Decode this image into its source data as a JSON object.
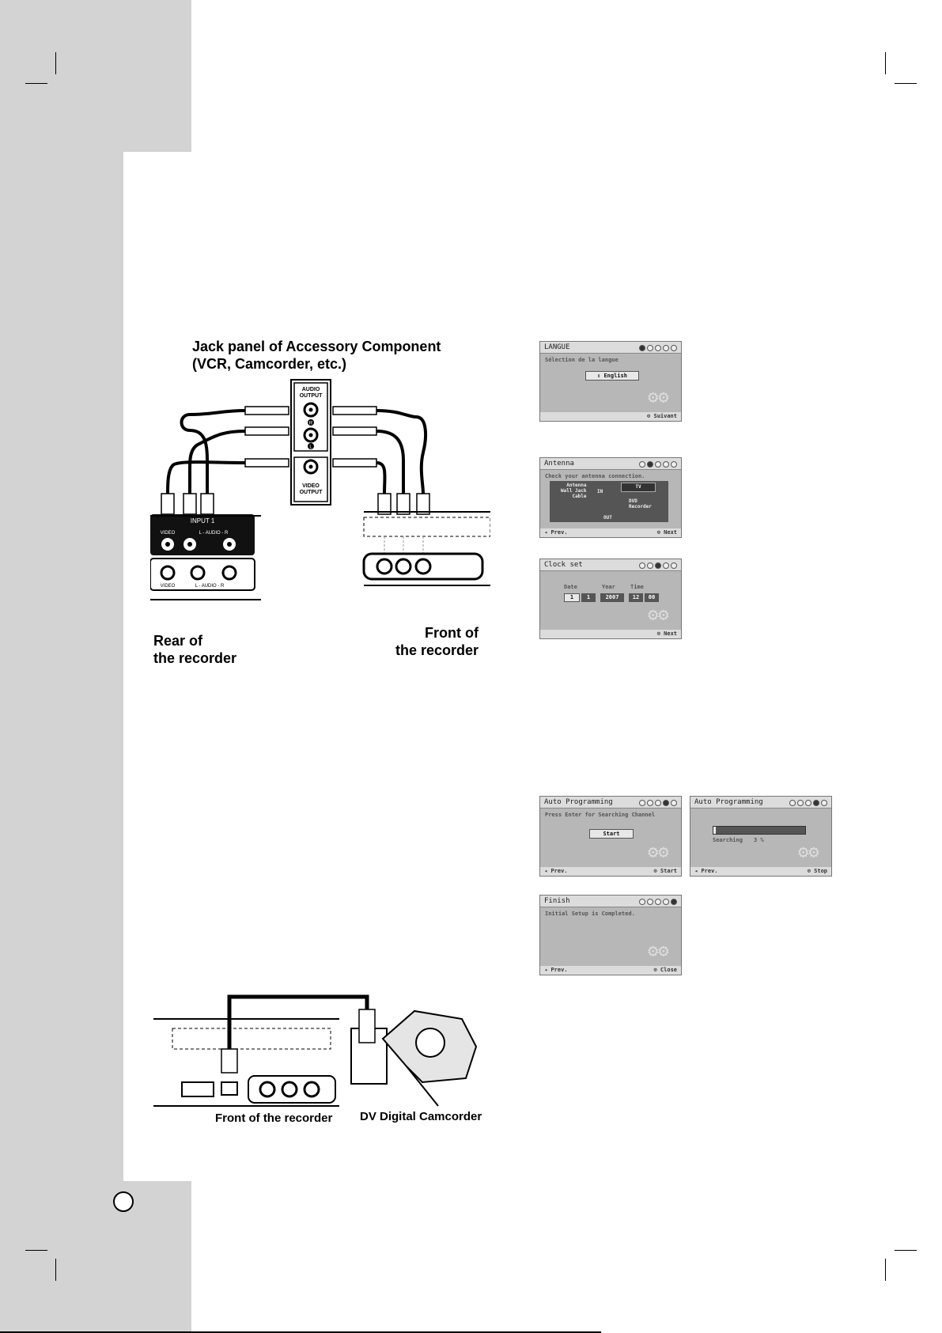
{
  "diagram_top": {
    "title_line1": "Jack panel of Accessory Component",
    "title_line2": "(VCR, Camcorder, etc.)",
    "audio_output": [
      "AUDIO",
      "OUTPUT"
    ],
    "video_output": [
      "VIDEO",
      "OUTPUT"
    ],
    "jack_r": "R",
    "jack_l": "L",
    "input_label": "INPUT 1",
    "video_label": "VIDEO",
    "audio_lr": "L - AUDIO - R",
    "rear_line1": "Rear of",
    "rear_line2": "the recorder",
    "front_line1": "Front of",
    "front_line2": "the recorder"
  },
  "diagram_bottom": {
    "front_caption": "Front of the recorder",
    "camcorder_caption": "DV Digital Camcorder"
  },
  "screens": {
    "langue": {
      "title": "LANGUE",
      "label": "Sélection de la langue",
      "value": "English",
      "next": "Suivant"
    },
    "antenna": {
      "title": "Antenna",
      "label": "Check your antenna connection.",
      "antenna_text": [
        "Antenna",
        "Wall Jack",
        "Cable"
      ],
      "in_label": "IN",
      "out_label": "OUT",
      "tv_label": "TV",
      "dvd_label": [
        "DVD",
        "Recorder"
      ],
      "prev": "Prev.",
      "next": "Next"
    },
    "clock": {
      "title": "Clock set",
      "date_label": "Date",
      "year_label": "Year",
      "time_label": "Time",
      "month": "1",
      "day": "1",
      "year": "2007",
      "hour": "12",
      "minute": "00",
      "next": "Next"
    },
    "auto1": {
      "title": "Auto Programming",
      "label": "Press Enter for Searching Channel",
      "button": "Start",
      "prev": "Prev.",
      "next": "Start"
    },
    "auto2": {
      "title": "Auto Programming",
      "searching": "Searching",
      "percent": "3 %",
      "prev": "Prev.",
      "next": "Stop"
    },
    "finish": {
      "title": "Finish",
      "label": "Initial Setup is Completed.",
      "prev": "Prev.",
      "next": "Close"
    }
  }
}
